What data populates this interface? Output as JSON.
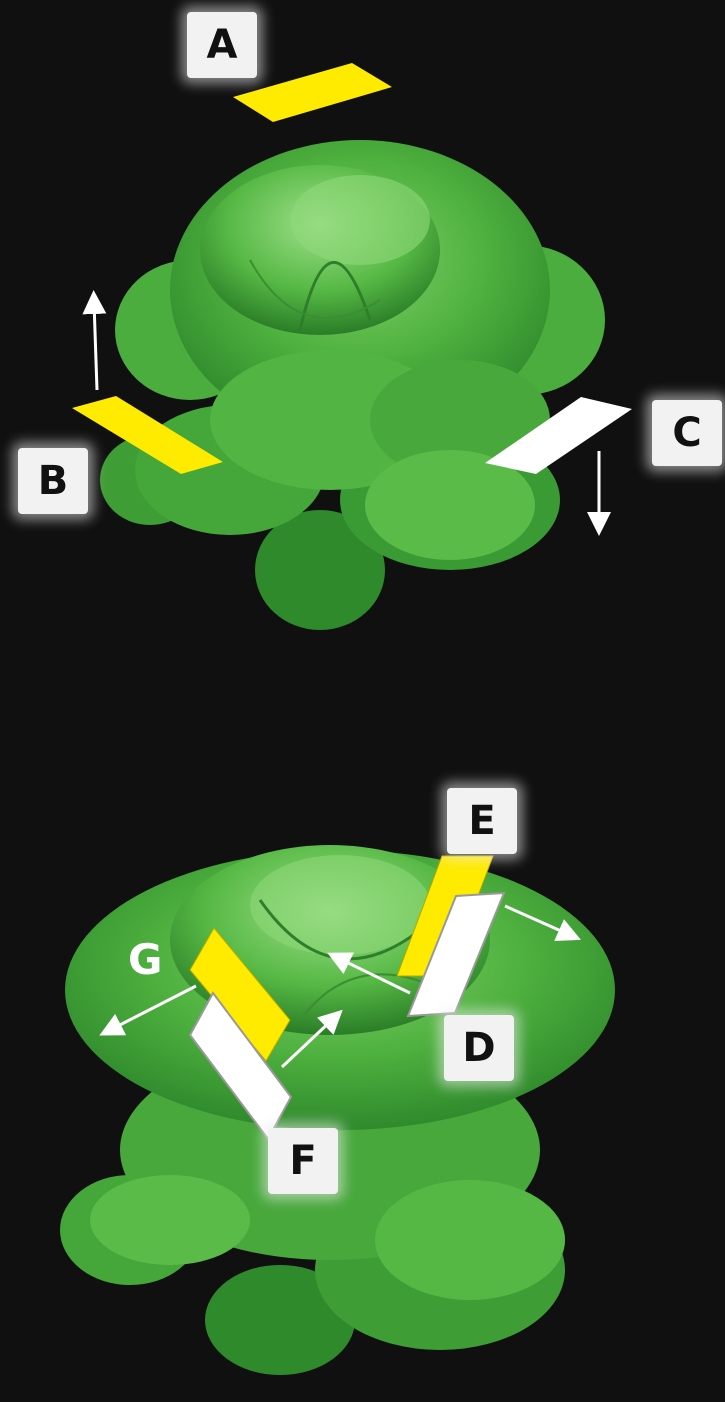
{
  "colors": {
    "background": "#101010",
    "sticky_trap_yellow": "#ffeb00",
    "white_panel": "#ffffff",
    "leaf_dark": "#2f8a2c",
    "leaf_mid": "#4fb13f",
    "leaf_light": "#7fd06a",
    "arrow": "#ffffff"
  },
  "top_plant": {
    "labels": {
      "a": "A",
      "b": "B",
      "c": "C"
    },
    "panels": [
      {
        "label": "A",
        "color": "yellow"
      },
      {
        "label": "B",
        "color": "yellow"
      },
      {
        "label": "C",
        "color": "white"
      }
    ],
    "arrows": [
      {
        "near": "B",
        "direction": "up"
      },
      {
        "near": "C",
        "direction": "down"
      }
    ]
  },
  "bottom_plant": {
    "labels": {
      "d": "D",
      "e": "E",
      "f": "F",
      "g": "G"
    },
    "panels": [
      {
        "label": "E",
        "color": "yellow"
      },
      {
        "label": "D",
        "color": "white"
      },
      {
        "label": "G",
        "color": "yellow"
      },
      {
        "label": "F",
        "color": "white"
      }
    ],
    "arrows": [
      {
        "from": "D",
        "direction": "outward-right"
      },
      {
        "from": "D",
        "direction": "toward-plant-center"
      },
      {
        "from": "F",
        "direction": "toward-plant-center"
      },
      {
        "from": "G",
        "direction": "outward-left"
      }
    ]
  }
}
